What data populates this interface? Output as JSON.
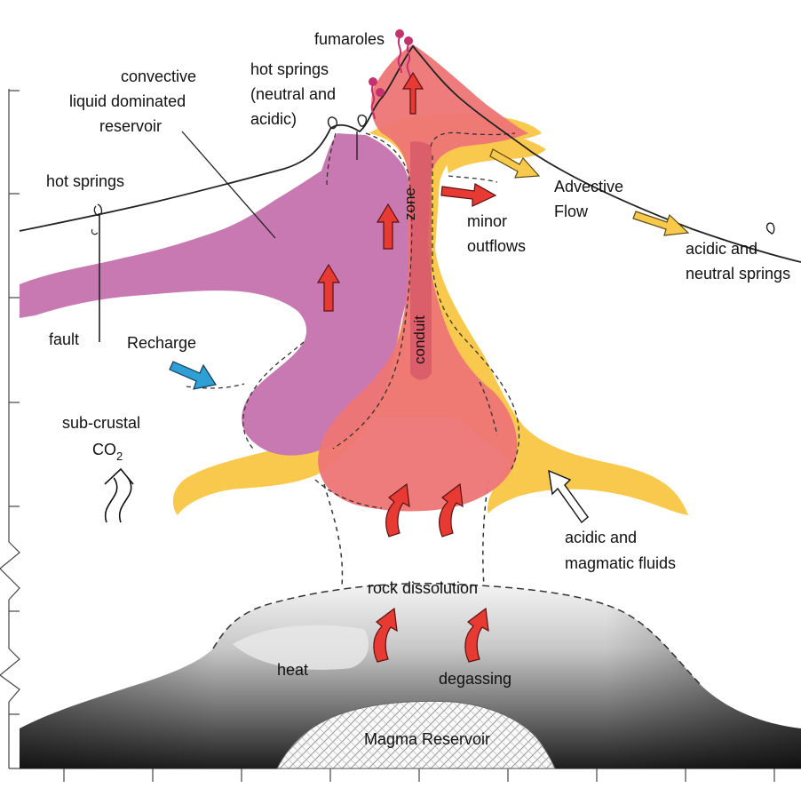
{
  "labels": {
    "fumaroles": "fumaroles",
    "convective_l1": "convective",
    "convective_l2": "liquid dominated",
    "convective_l3": "reservoir",
    "hot_springs_na_l1": "hot springs",
    "hot_springs_na_l2": "(neutral and",
    "hot_springs_na_l3": "acidic)",
    "hot_springs_left": "hot springs",
    "fault": "fault",
    "recharge": "Recharge",
    "sub_crustal": "sub-crustal",
    "co2_base": "CO",
    "co2_sub": "2",
    "zone": "zone",
    "conduit": "conduit",
    "minor_outflows_l1": "minor",
    "minor_outflows_l2": "outflows",
    "advective_l1": "Advective",
    "advective_l2": "Flow",
    "acidic_neutral_l1": "acidic and",
    "acidic_neutral_l2": "neutral springs",
    "acidic_magmatic_l1": "acidic and",
    "acidic_magmatic_l2": "magmatic fluids",
    "rock_dissolution": "rock dissolution",
    "heat": "heat",
    "degassing": "degassing",
    "magma_reservoir": "Magma Reservoir"
  },
  "colors": {
    "reservoir_purple": "#c979b2",
    "conduit_red": "#ee7575",
    "conduit_core": "#d75a6a",
    "advective_yellow": "#f9c94e",
    "arrow_red": "#e63a33",
    "arrow_blue": "#2ea0d6",
    "fumarole_pink": "#c5306e"
  }
}
